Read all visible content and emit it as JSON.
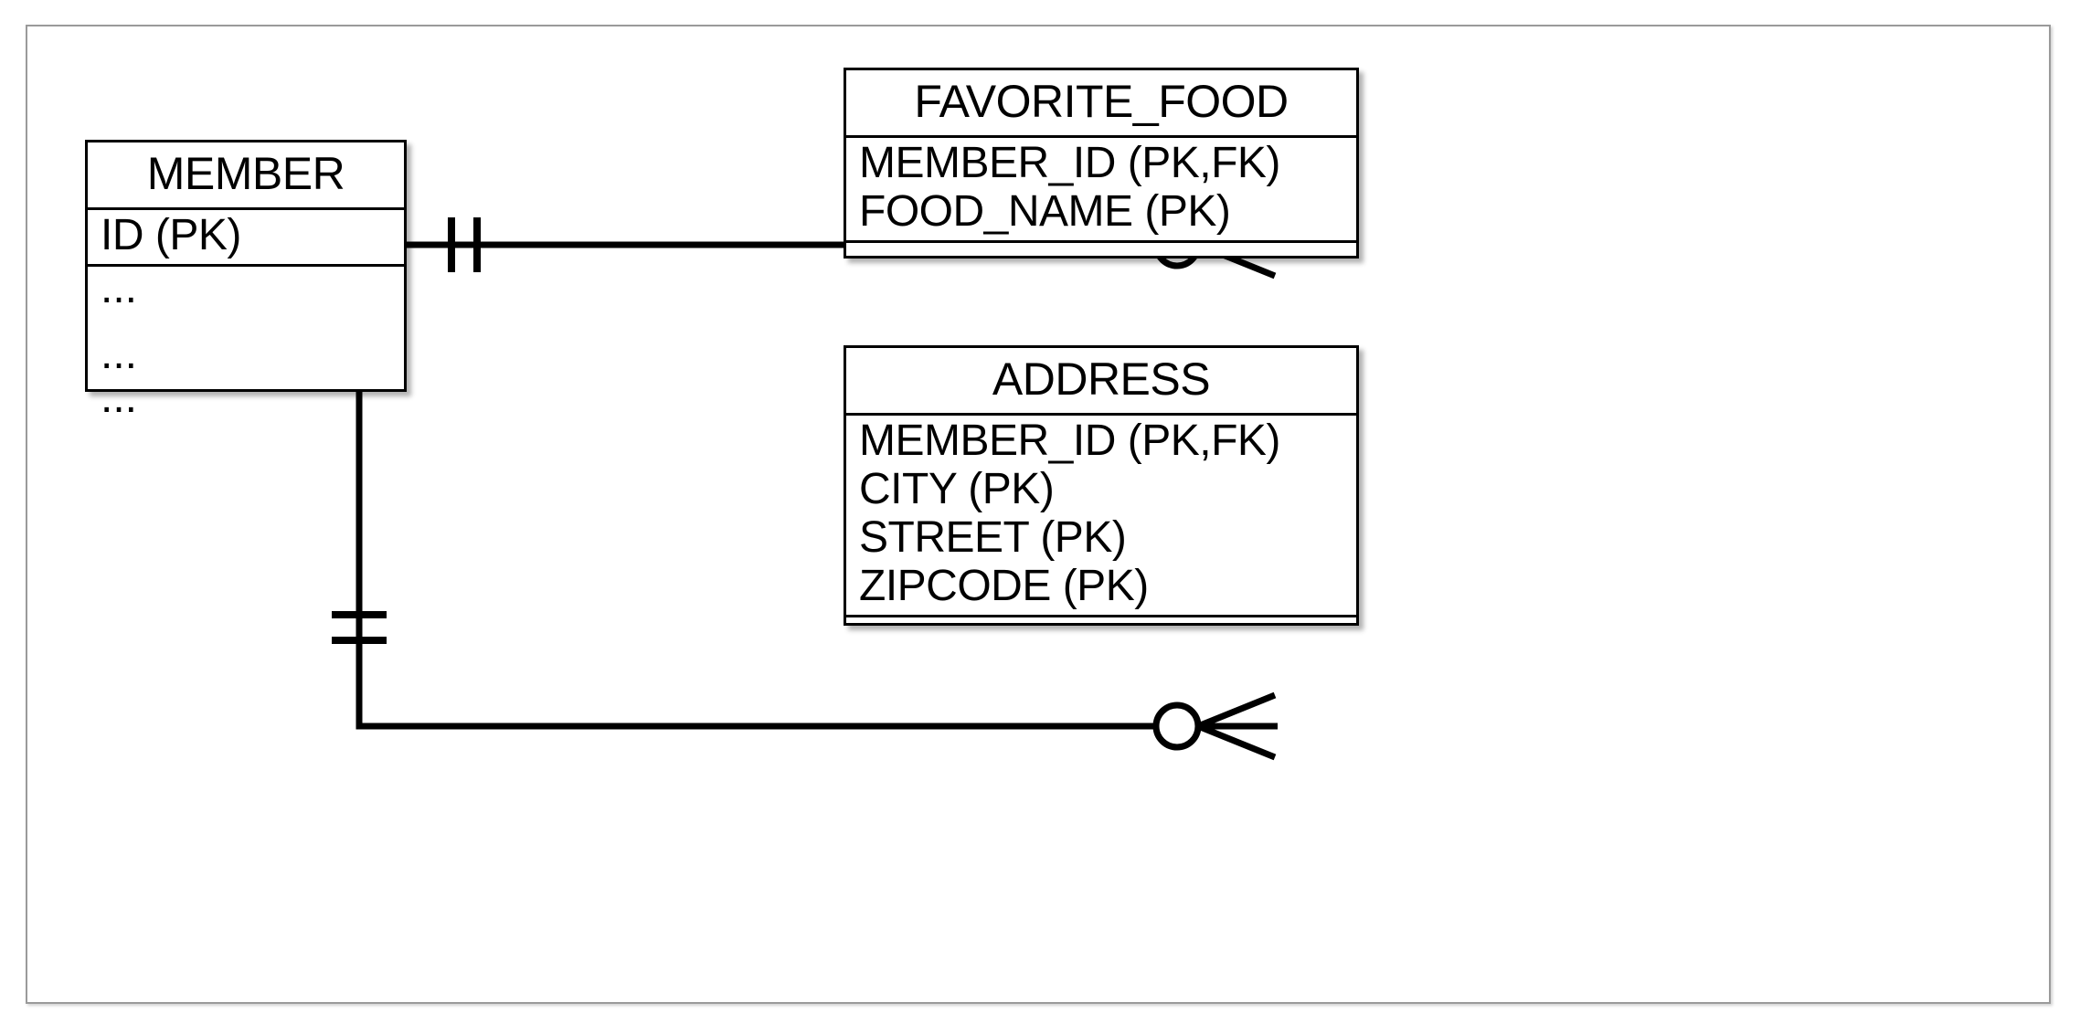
{
  "diagram": {
    "type": "entity-relationship-diagram",
    "notation": "crow's-foot",
    "background_color": "#ffffff",
    "line_color": "#000000",
    "frame_border_color": "#9a9a9a"
  },
  "entities": [
    {
      "id": "member",
      "name": "MEMBER",
      "attributes": [
        "ID (PK)"
      ],
      "body_rows": [
        "...",
        "...",
        "..."
      ],
      "has_empty_footer": false
    },
    {
      "id": "favorite_food",
      "name": "FAVORITE_FOOD",
      "attributes": [
        "MEMBER_ID (PK,FK)",
        "FOOD_NAME (PK)"
      ],
      "body_rows": [],
      "has_empty_footer": true
    },
    {
      "id": "address",
      "name": "ADDRESS",
      "attributes": [
        "MEMBER_ID (PK,FK)",
        "CITY (PK)",
        "STREET (PK)",
        "ZIPCODE (PK)"
      ],
      "body_rows": [],
      "has_empty_footer": true
    }
  ],
  "relationships": [
    {
      "id": "member-favorite-food",
      "from": "MEMBER",
      "to": "FAVORITE_FOOD",
      "from_cardinality": "exactly-one",
      "from_symbol": "||",
      "to_cardinality": "zero-or-many",
      "to_symbol": "o<"
    },
    {
      "id": "member-address",
      "from": "MEMBER",
      "to": "ADDRESS",
      "from_cardinality": "exactly-one",
      "from_symbol": "||",
      "to_cardinality": "zero-or-many",
      "to_symbol": "o<"
    }
  ]
}
